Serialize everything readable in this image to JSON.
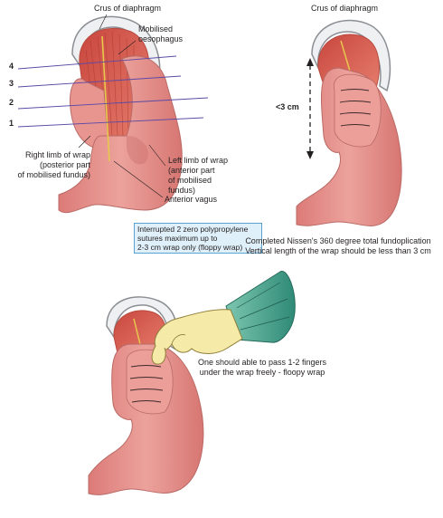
{
  "panel1": {
    "crus": "Crus of diaphragm",
    "mobilised": [
      "Mobilised",
      "oesophagus"
    ],
    "numbers": [
      "4",
      "3",
      "2",
      "1"
    ],
    "right_limb": [
      "Right limb of wrap",
      "(posterior part",
      "of mobilised fundus)"
    ],
    "left_limb": [
      "Left limb of wrap",
      "(anterior part",
      "of mobilised",
      "fundus)"
    ],
    "vagus": "Anterior vagus",
    "sutures": [
      "Interrupted 2 zero polypropylene",
      "sutures maximum up to",
      "2-3 cm wrap only (floppy wrap)"
    ]
  },
  "panel2": {
    "crus": "Crus of diaphragm",
    "height": "<3 cm",
    "caption": [
      "Completed Nissen's 360 degree total fundoplication",
      "Vertical length of the wrap should be less than 3 cm"
    ]
  },
  "panel3": {
    "caption": [
      "One should able to pass 1-2 fingers",
      "under the wrap freely - floopy wrap"
    ]
  },
  "colors": {
    "stomach": "#e58f8a",
    "stomach_dark": "#c96b68",
    "muscle": "#d45a4f",
    "diaphragm_edge": "#8b8e93",
    "glove": "#3a9a86",
    "hand": "#f6eaa8",
    "guide_line": "#5a4aa6",
    "nerve": "#e6c84c",
    "note_bg": "#dff0fa",
    "note_border": "#58a3cf"
  }
}
